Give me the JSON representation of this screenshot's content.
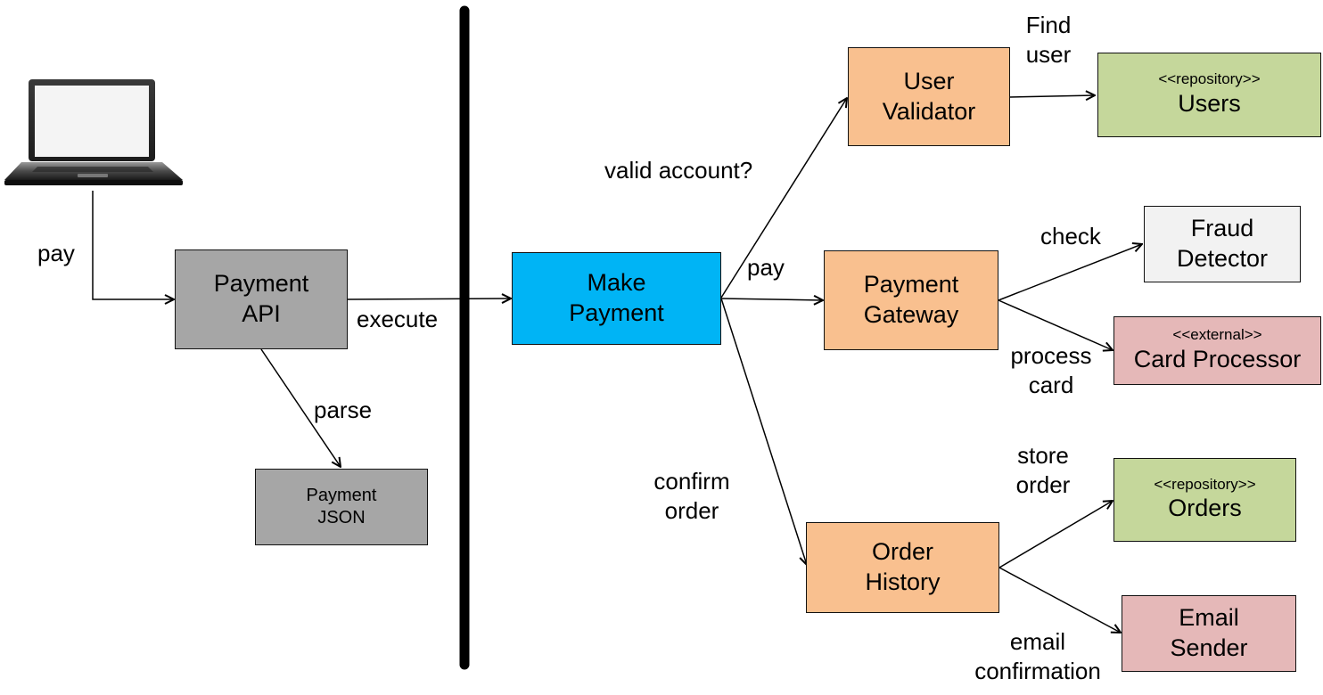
{
  "colors": {
    "gray": "#a6a6a6",
    "blue": "#00b4f5",
    "orange": "#f9c08f",
    "green": "#c5d79b",
    "light_gray": "#f2f2f2",
    "pink": "#e5b8b8",
    "line": "#000000"
  },
  "icons": {
    "client": "laptop-icon"
  },
  "nodes": {
    "payment_api": {
      "lines": [
        "Payment",
        "API"
      ]
    },
    "payment_json": {
      "lines": [
        "Payment",
        "JSON"
      ]
    },
    "make_payment": {
      "lines": [
        "Make",
        "Payment"
      ]
    },
    "user_validator": {
      "lines": [
        "User",
        "Validator"
      ]
    },
    "users": {
      "stereotype": "<<repository>>",
      "lines": [
        "Users"
      ]
    },
    "payment_gateway": {
      "lines": [
        "Payment",
        "Gateway"
      ]
    },
    "fraud_detector": {
      "lines": [
        "Fraud",
        "Detector"
      ]
    },
    "card_processor": {
      "stereotype": "<<external>>",
      "lines": [
        "Card Processor"
      ]
    },
    "order_history": {
      "lines": [
        "Order",
        "History"
      ]
    },
    "orders": {
      "stereotype": "<<repository>>",
      "lines": [
        "Orders"
      ]
    },
    "email_sender": {
      "lines": [
        "Email",
        "Sender"
      ]
    }
  },
  "edges": {
    "pay_api": {
      "lines": [
        "pay"
      ]
    },
    "execute": {
      "lines": [
        "execute"
      ]
    },
    "parse": {
      "lines": [
        "parse"
      ]
    },
    "valid_account": {
      "lines": [
        "valid account?"
      ]
    },
    "pay_gateway": {
      "lines": [
        "pay"
      ]
    },
    "confirm_order": {
      "lines": [
        "confirm",
        "order"
      ]
    },
    "find_user": {
      "lines": [
        "Find",
        "user"
      ]
    },
    "check": {
      "lines": [
        "check"
      ]
    },
    "process_card": {
      "lines": [
        "process",
        "card"
      ]
    },
    "store_order": {
      "lines": [
        "store",
        "order"
      ]
    },
    "email_confirmation": {
      "lines": [
        "email",
        "confirmation"
      ]
    }
  }
}
